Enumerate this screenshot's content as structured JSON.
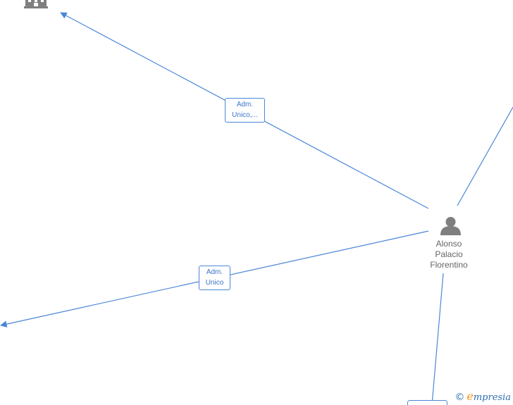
{
  "colors": {
    "edge": "#4a86d8",
    "icon": "#7f7f7f",
    "accent": "#f39a1c"
  },
  "nodes": {
    "person": {
      "name_lines": [
        "Alonso",
        "Palacio",
        "Florentino"
      ],
      "icon": "person-icon"
    },
    "company_top": {
      "icon": "building-icon"
    }
  },
  "edges": [
    {
      "label_lines": [
        "Adm.",
        "Unico,..."
      ]
    },
    {
      "label_lines": [
        "Adm.",
        "Unico"
      ]
    }
  ],
  "watermark": {
    "copyright": "©",
    "brand_initial": "e",
    "brand_rest": "mpresia"
  }
}
